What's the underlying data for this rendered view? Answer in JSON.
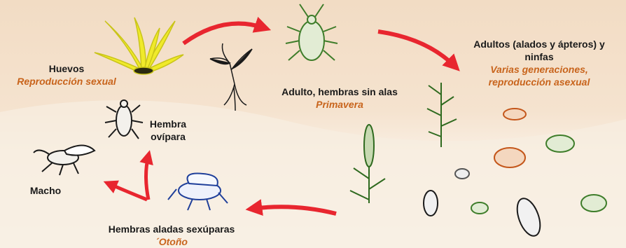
{
  "stages": {
    "eggs": {
      "title": "Huevos",
      "subtitle": "Reproducción sexual"
    },
    "spring": {
      "title": "Adulto, hembras sin alas",
      "subtitle": "Primavera"
    },
    "summer": {
      "title_line1": "Adultos (alados y ápteros) y",
      "title_line2": "ninfas",
      "subtitle_line1": "Varias generaciones,",
      "subtitle_line2": "reproducción asexual"
    },
    "oviparous": {
      "title_line1": "Hembra",
      "title_line2": "ovípara"
    },
    "male": {
      "title": "Macho"
    },
    "autumn": {
      "title": "Hembras aladas sexúparas",
      "subtitle": "´Otoño"
    }
  },
  "colors": {
    "arrow": "#e8262f",
    "egg_plant": "#e6e020",
    "green_aphid": "#3e7d2a",
    "orange_aphid": "#c4561a",
    "blue_aphid": "#1f3f9a",
    "label_accent": "#c8641c"
  }
}
